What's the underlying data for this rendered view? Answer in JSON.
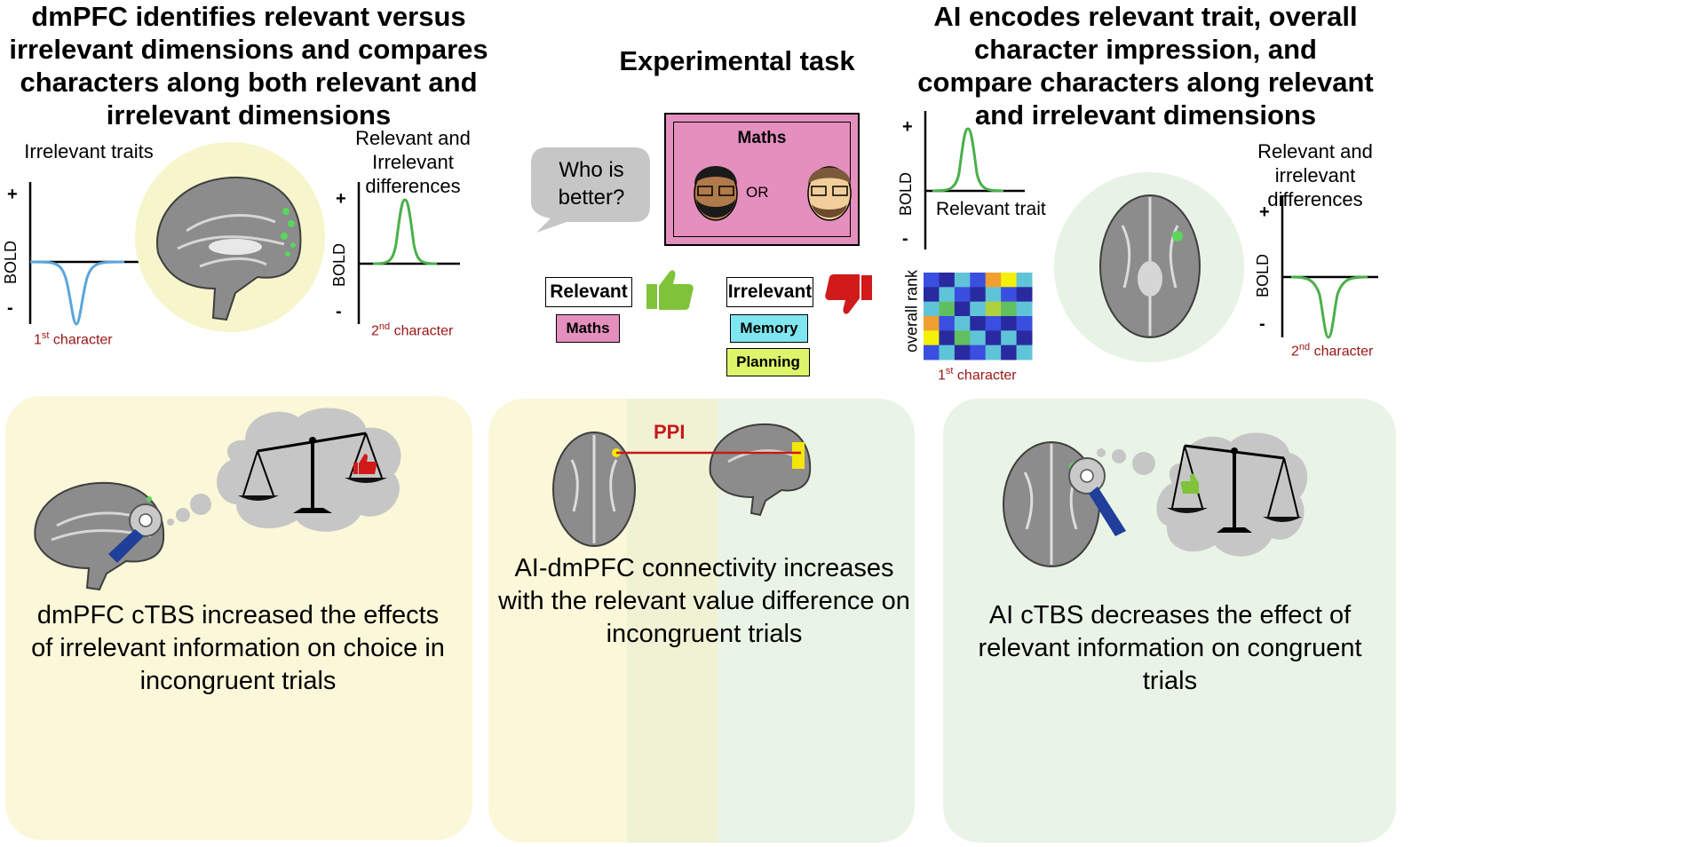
{
  "left": {
    "title": "dmPFC identifies relevant versus irrelevant dimensions and compares characters along both relevant and irrelevant dimensions",
    "plot1_title": "Irrelevant traits",
    "plot1_xlabel_sup": "st",
    "plot1_xlabel_rest": " character",
    "plot1_xlabel_num": "1",
    "plot2_title": "Relevant and Irrelevant differences",
    "plot2_xlabel_num": "2",
    "plot2_xlabel_sup": "nd",
    "plot2_xlabel_rest": " character",
    "ylabel": "BOLD",
    "plus": "+",
    "minus": "-"
  },
  "middle": {
    "title": "Experimental task",
    "bubble": "Who is better?",
    "card_title": "Maths",
    "or": "OR",
    "relevant": "Relevant",
    "irrelevant": "Irrelevant",
    "tag_maths": "Maths",
    "tag_memory": "Memory",
    "tag_planning": "Planning",
    "ppi": "PPI",
    "caption": "AI-dmPFC connectivity increases with the relevant value difference on incongruent trials"
  },
  "right": {
    "title": "AI encodes relevant trait, overall character impression, and compare characters along relevant and irrelevant dimensions",
    "plot1_xlabel": "Relevant trait",
    "plot2_title": "Relevant and irrelevant differences",
    "ylabel": "BOLD",
    "heat_ylabel": "overall rank",
    "heat_xlabel_num": "1",
    "heat_xlabel_sup": "st",
    "heat_xlabel_rest": " character",
    "plot2_xlabel_num": "2",
    "plot2_xlabel_sup": "nd",
    "plot2_xlabel_rest": " character",
    "plus": "+",
    "minus": "-"
  },
  "bottom_left_caption": "dmPFC cTBS increased the effects of irrelevant information on choice in incongruent trials",
  "bottom_right_caption": "AI cTBS decreases the effect of relevant information on congruent trials",
  "colors": {
    "yellow_panel": "#fbf7d9",
    "green_panel": "#eaf4e6",
    "pink_card": "#e48fbd",
    "memory": "#7fe6f0",
    "planning": "#dcf56a",
    "thumb_green": "#7ec33a",
    "thumb_red": "#d11a1a",
    "curve_blue": "#5aa5dc",
    "curve_green": "#4bb04b",
    "ppi_red": "#c81818",
    "brain_grey": "#8c8c8c"
  },
  "heatmap": {
    "cells": [
      [
        "#3a4fe0",
        "#2a2aa0",
        "#5fc4d8",
        "#3a4fe0",
        "#f0a030",
        "#f4f00a",
        "#5fc4d8"
      ],
      [
        "#2a2aa0",
        "#5fc4d8",
        "#3a4fe0",
        "#2a2aa0",
        "#5fc4d8",
        "#3a4fe0",
        "#2a2aa0"
      ],
      [
        "#5fc4d8",
        "#60c060",
        "#2a2aa0",
        "#5fc4d8",
        "#b0d040",
        "#60c060",
        "#5fc4d8"
      ],
      [
        "#f0a030",
        "#3a4fe0",
        "#5fc4d8",
        "#2a2aa0",
        "#3a4fe0",
        "#2a2aa0",
        "#3a4fe0"
      ],
      [
        "#f4f00a",
        "#2a2aa0",
        "#60c060",
        "#5fc4d8",
        "#2a2aa0",
        "#5fc4d8",
        "#2a2aa0"
      ],
      [
        "#3a4fe0",
        "#5fc4d8",
        "#2a2aa0",
        "#3a4fe0",
        "#5fc4d8",
        "#2a2aa0",
        "#5fc4d8"
      ]
    ]
  }
}
